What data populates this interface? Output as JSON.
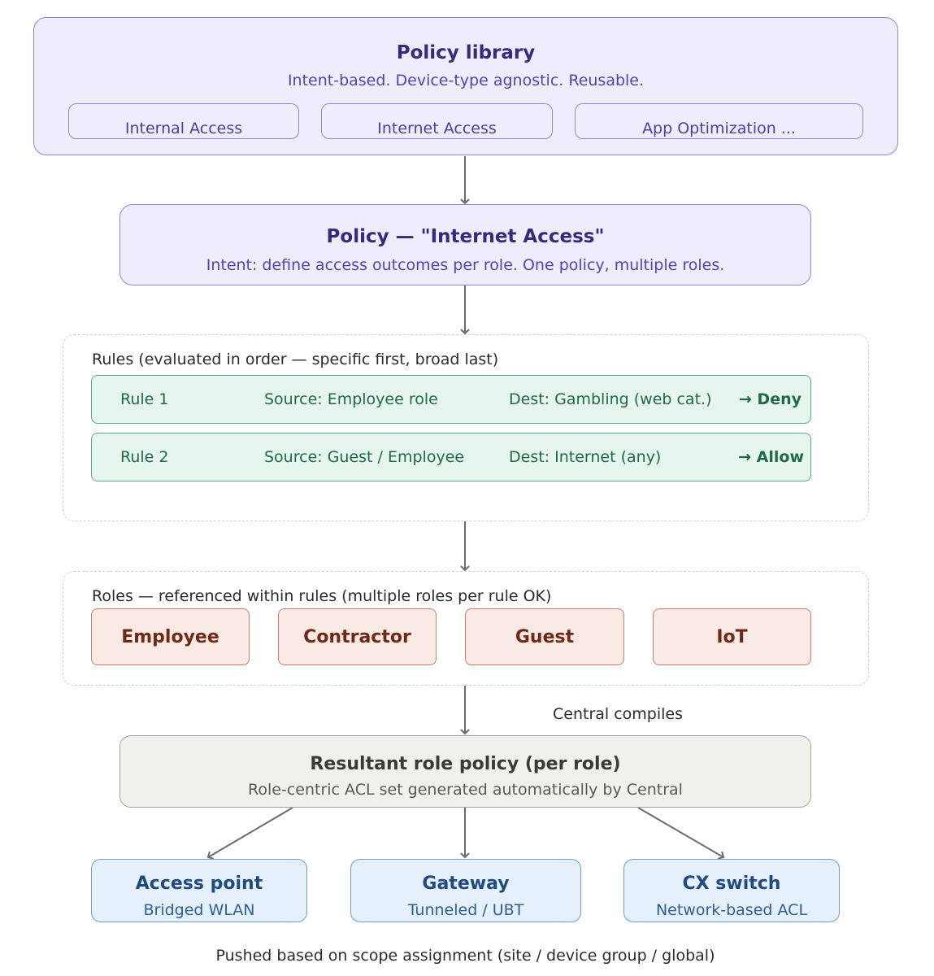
{
  "policy_library": {
    "title": "Policy library",
    "subtitle": "Intent-based. Device-type agnostic. Reusable.",
    "items": [
      "Internal Access",
      "Internet Access",
      "App Optimization ..."
    ]
  },
  "policy": {
    "title": "Policy — \"Internet Access\"",
    "subtitle": "Intent: define access outcomes per role. One policy, multiple roles."
  },
  "rules": {
    "label": "Rules (evaluated in order — specific first, broad last)",
    "rows": [
      {
        "name": "Rule 1",
        "source": "Source: Employee role",
        "dest": "Dest: Gambling (web cat.)",
        "action": "→ Deny"
      },
      {
        "name": "Rule 2",
        "source": "Source: Guest / Employee",
        "dest": "Dest: Internet (any)",
        "action": "→ Allow"
      }
    ]
  },
  "roles": {
    "label": "Roles — referenced within rules (multiple roles per rule OK)",
    "items": [
      "Employee",
      "Contractor",
      "Guest",
      "IoT"
    ]
  },
  "compile_label": "Central compiles",
  "resultant": {
    "title": "Resultant role policy (per role)",
    "subtitle": "Role-centric ACL set generated automatically by Central"
  },
  "devices": [
    {
      "title": "Access point",
      "subtitle": "Bridged WLAN"
    },
    {
      "title": "Gateway",
      "subtitle": "Tunneled / UBT"
    },
    {
      "title": "CX switch",
      "subtitle": "Network-based ACL"
    }
  ],
  "footer": "Pushed based on scope assignment (site / device group / global)",
  "colors": {
    "purple_fill": "#efedfc",
    "purple_stroke": "#8f86d9",
    "green_fill": "#e6f5ee",
    "green_stroke": "#59a883",
    "role_fill": "#faeae6",
    "role_stroke": "#c77e6c",
    "result_fill": "#f1f0eb",
    "device_fill": "#e6f0fb",
    "device_stroke": "#6e9ed2",
    "arrow": "#6b6b6b"
  }
}
